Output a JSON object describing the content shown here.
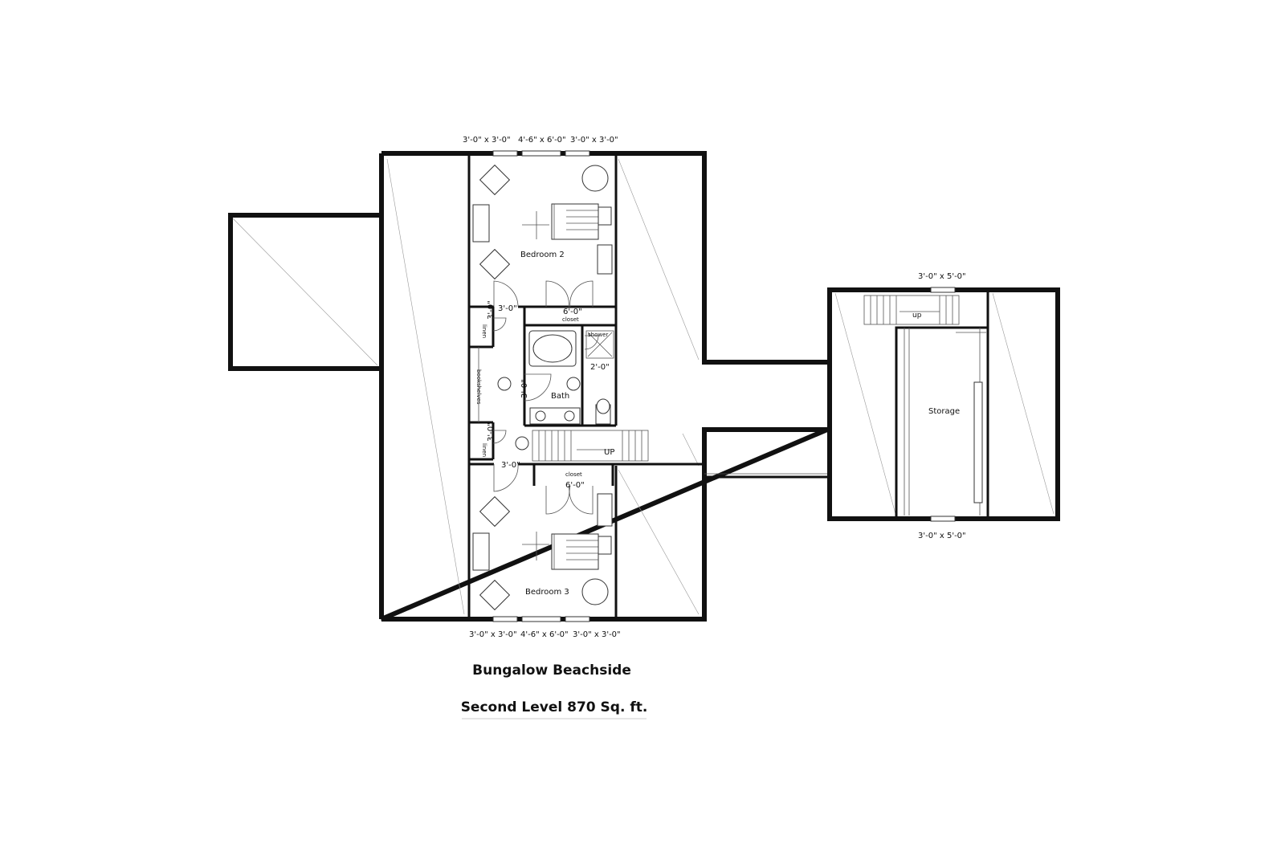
{
  "title": "Bungalow Beachside",
  "subtitle": "Second Level 870 Sq. ft.",
  "windows": {
    "top_left": "3'-0\" x 3'-0\"",
    "top_mid": "4'-6\" x 6'-0\"",
    "top_right": "3'-0\" x 3'-0\"",
    "bottom_left": "3'-0\" x 3'-0\"",
    "bottom_mid": "4'-6\" x 6'-0\"",
    "bottom_right": "3'-0\" x 3'-0\"",
    "storage_top": "3'-0\" x 5'-0\"",
    "storage_bottom": "3'-0\" x 5'-0\""
  },
  "rooms": {
    "bedroom2": "Bedroom 2",
    "bedroom3": "Bedroom 3",
    "bath": "Bath",
    "storage": "Storage",
    "closet_top": "closet",
    "closet_bottom": "closet",
    "shower": "shower",
    "linen_top": "linen",
    "linen_bottom": "linen",
    "bookshelves": "bookshelves"
  },
  "doors": {
    "bed2_door": "3'-0\"",
    "closet2_door": "6'-0\"",
    "linen_top_door": "3'-0\"",
    "shower_door": "2'-0\"",
    "bath_door": "3'-0\"",
    "linen_bottom_door": "3'-0\"",
    "bed3_door": "3'-0\"",
    "closet3_door": "6'-0\""
  },
  "stairs": {
    "main": "UP",
    "storage": "up"
  }
}
